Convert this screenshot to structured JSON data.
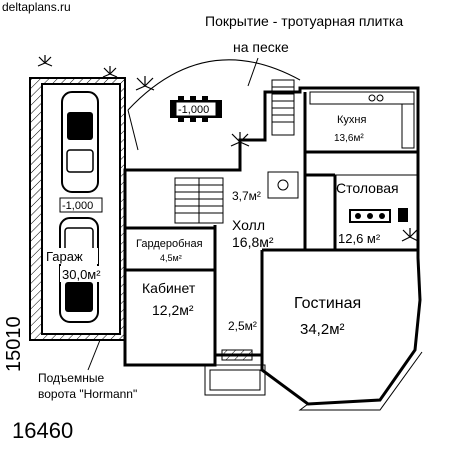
{
  "header": {
    "watermark": "deltaplans.ru",
    "caption_line1": "Покрытие - тротуарная плитка",
    "caption_line2": "на песке"
  },
  "levels": {
    "terrace": "-1,000",
    "garage": "-1,000"
  },
  "rooms": {
    "kitchen": {
      "name": "Кухня",
      "area": "13,6м²"
    },
    "dining": {
      "name": "Столовая",
      "area": "12,6 м²"
    },
    "corridor_area": "3,7м²",
    "hall": {
      "name": "Холл",
      "area": "16,8м²"
    },
    "wardrobe": {
      "name": "Гардеробная",
      "area": "4,5м²"
    },
    "garage": {
      "name": "Гараж",
      "area": "30,0м²"
    },
    "cabinet": {
      "name": "Кабинет",
      "area": "12,2м²"
    },
    "living": {
      "name": "Гостиная",
      "area": "34,2м²"
    },
    "vestibule_area": "2,5м²"
  },
  "garage_door": {
    "line1": "Подъемные",
    "line2": "ворота \"Hormann\""
  },
  "dimensions": {
    "width": "16460",
    "depth": "15010"
  }
}
